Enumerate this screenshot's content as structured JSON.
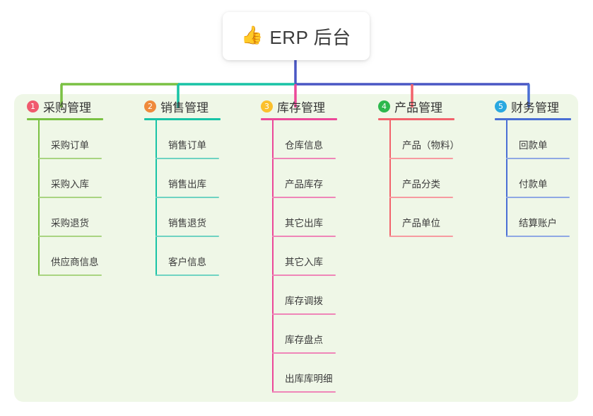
{
  "diagram": {
    "title": "ERP 后台",
    "root": {
      "icon": "thumbs-up-icon",
      "icon_glyph": "👍",
      "label": "ERP 后台",
      "stem_color": "#4a57c4"
    },
    "panel_color": "#eff7e7",
    "canvas_color": "#ffffff",
    "connector": {
      "segments": [
        {
          "name": "segment-green",
          "color": "#7ac143"
        },
        {
          "name": "segment-teal",
          "color": "#18c3a6"
        },
        {
          "name": "segment-indigo",
          "color": "#4a57c4"
        }
      ],
      "drops": [
        {
          "name": "drop-purchase",
          "color": "#7ac143"
        },
        {
          "name": "drop-sales",
          "color": "#18c3a6"
        },
        {
          "name": "drop-inventory",
          "color": "#ec4899"
        },
        {
          "name": "drop-product",
          "color": "#f2626b"
        },
        {
          "name": "drop-finance",
          "color": "#4a6fd4"
        }
      ]
    },
    "columns": [
      {
        "id": "purchase",
        "number": "1",
        "label": "采购管理",
        "badge_color": "#f05a6e",
        "line_color": "#7ac143",
        "rule_color": "#a9d481",
        "items": [
          "采购订单",
          "采购入库",
          "采购退货",
          "供应商信息"
        ]
      },
      {
        "id": "sales",
        "number": "2",
        "label": "销售管理",
        "badge_color": "#ef8a3c",
        "line_color": "#18c3a6",
        "rule_color": "#6fd3c2",
        "items": [
          "销售订单",
          "销售出库",
          "销售退货",
          "客户信息"
        ]
      },
      {
        "id": "inventory",
        "number": "3",
        "label": "库存管理",
        "badge_color": "#fbc02d",
        "line_color": "#ec4899",
        "rule_color": "#ef86b8",
        "items": [
          "仓库信息",
          "产品库存",
          "其它出库",
          "其它入库",
          "库存调拨",
          "库存盘点",
          "出库库明细"
        ]
      },
      {
        "id": "product",
        "number": "4",
        "label": "产品管理",
        "badge_color": "#2db84d",
        "line_color": "#f2626b",
        "rule_color": "#f79aa0",
        "items": [
          "产品（物料）",
          "产品分类",
          "产品单位"
        ]
      },
      {
        "id": "finance",
        "number": "5",
        "label": "财务管理",
        "badge_color": "#29a8e0",
        "line_color": "#4a6fd4",
        "rule_color": "#8fa8e4",
        "items": [
          "回款单",
          "付款单",
          "结算账户"
        ]
      }
    ]
  }
}
